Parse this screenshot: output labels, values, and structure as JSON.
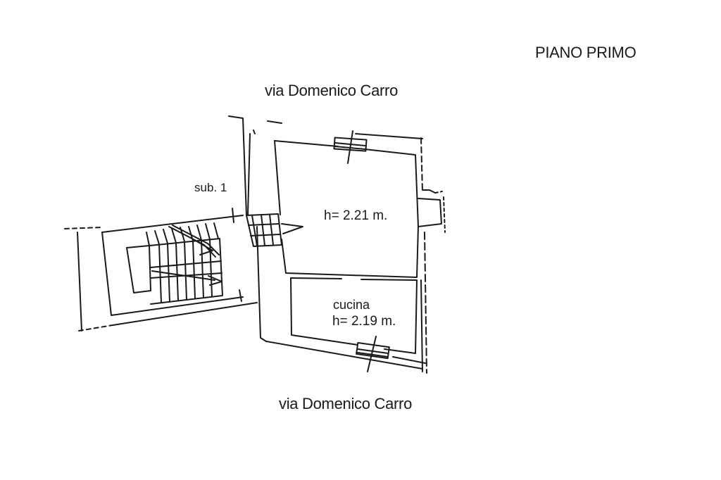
{
  "floor_title": "PIANO PRIMO",
  "streets": {
    "top": "via Domenico Carro",
    "bottom": "via Domenico Carro"
  },
  "labels": {
    "sub": "sub. 1"
  },
  "rooms": [
    {
      "name": "",
      "height": "h= 2.21 m."
    },
    {
      "name": "cucina",
      "height": "h= 2.19 m."
    }
  ],
  "colors": {
    "line": "#1a1a1a",
    "background": "#ffffff"
  }
}
